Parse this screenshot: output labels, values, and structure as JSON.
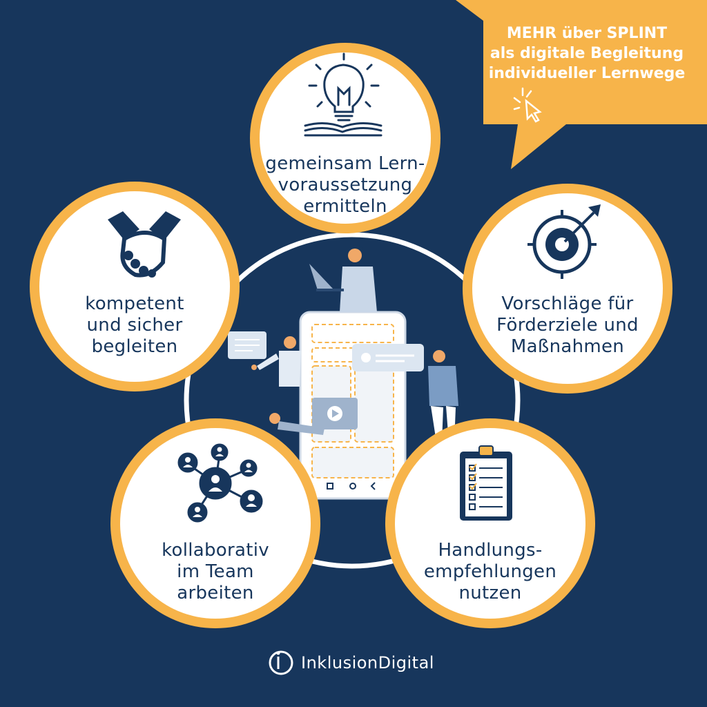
{
  "colors": {
    "background": "#17365c",
    "accent": "#f7b44a",
    "circle_fill": "#ffffff",
    "text": "#17365c"
  },
  "cta": {
    "text": "MEHR über SPLINT\nals digitale Begleitung\nindividueller Lernwege",
    "icon": "cursor-click-icon"
  },
  "circles": [
    {
      "id": "top",
      "icon": "lightbulb-book-icon",
      "text": "gemeinsam Lern-\nvoraussetzung\nermitteln"
    },
    {
      "id": "left",
      "icon": "handshake-icon",
      "text": "kompetent\nund sicher\nbegleiten"
    },
    {
      "id": "right",
      "icon": "target-arrow-icon",
      "text": "Vorschläge für\nFörderziele und\nMaßnahmen"
    },
    {
      "id": "bottom-left",
      "icon": "network-people-icon",
      "text": "kollaborativ\nim Team\narbeiten"
    },
    {
      "id": "bottom-right",
      "icon": "clipboard-checklist-icon",
      "text": "Handlungs-\nempfehlungen\nnutzen"
    }
  ],
  "brand": {
    "name": "InklusionDigital",
    "icon": "inklusion-digital-logo-icon"
  }
}
